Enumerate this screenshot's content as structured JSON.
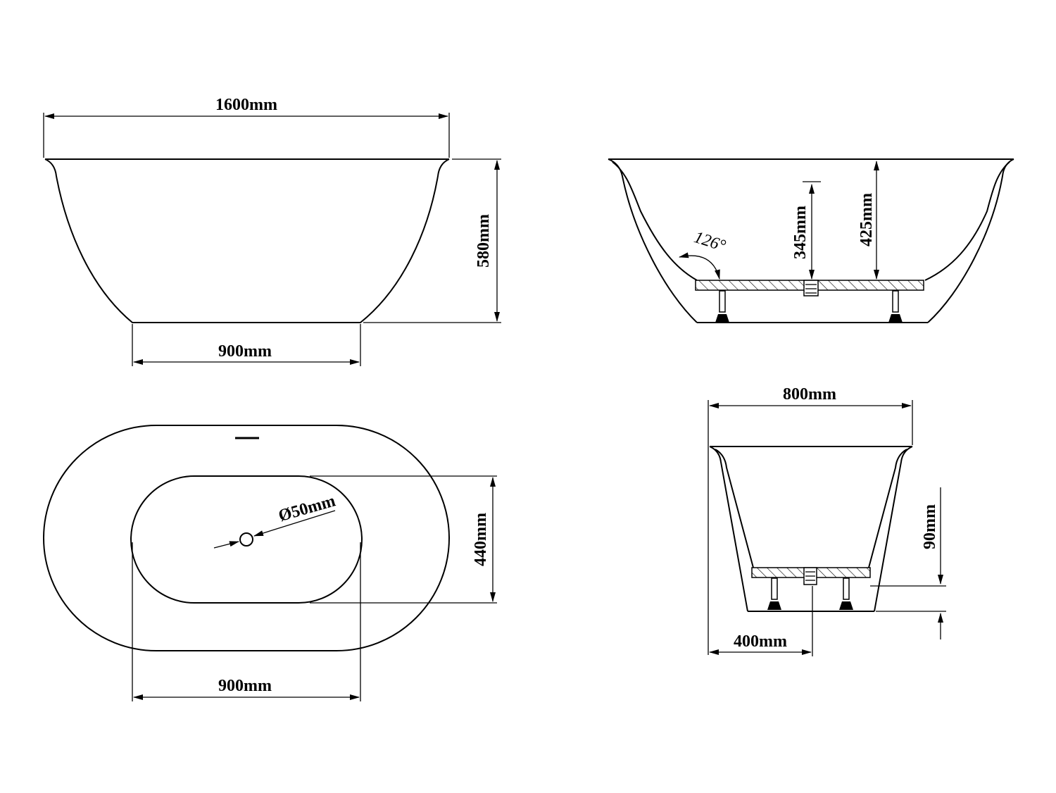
{
  "labels": {
    "top_length": "1600mm",
    "front_height": "580mm",
    "front_base": "900mm",
    "side_drain_depth": "345mm",
    "side_inner_depth": "425mm",
    "side_angle": "126°",
    "end_width": "800mm",
    "end_drain_height": "90mm",
    "end_drain_offset": "400mm",
    "plan_drain": "Ø50mm",
    "plan_inner_width": "440mm",
    "plan_inner_length": "900mm"
  },
  "colors": {
    "line": "#000000",
    "background": "#ffffff"
  }
}
